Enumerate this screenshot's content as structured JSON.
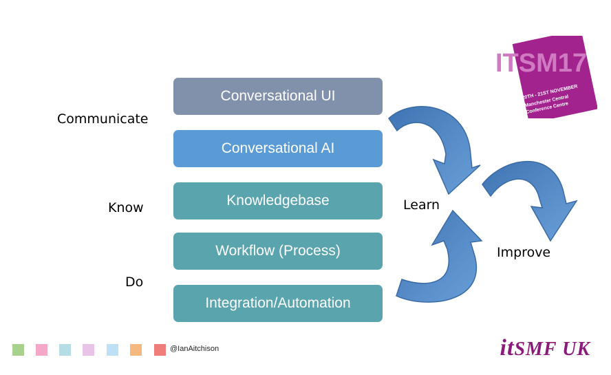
{
  "layers": [
    {
      "label": "Conversational UI",
      "color": "#8190ab"
    },
    {
      "label": "Conversational AI",
      "color": "#5b9bd5"
    },
    {
      "label": "Knowledgebase",
      "color": "#5aa4ae"
    },
    {
      "label": "Workflow (Process)",
      "color": "#5aa4ae"
    },
    {
      "label": "Integration/Automation",
      "color": "#5aa4ae"
    }
  ],
  "side_labels": {
    "communicate": "Communicate",
    "know": "Know",
    "do": "Do"
  },
  "cycle_labels": {
    "learn": "Learn",
    "improve": "Improve"
  },
  "footer": {
    "handle": "@IanAitchison",
    "squares": [
      "#a9d18e",
      "#f4a7c6",
      "#b4dde5",
      "#e9c4e8",
      "#bde0f5",
      "#f5b97f",
      "#ef7d7a"
    ],
    "brand_it": "it",
    "brand_smf": "SMF UK"
  },
  "event_logo": {
    "title": "ITSM17",
    "dates": "20TH - 21ST NOVEMBER",
    "venue_line1": "Manchester Central",
    "venue_line2": "Conference Centre",
    "color": "#a3238e"
  },
  "arrow_color": "#4f86c6"
}
